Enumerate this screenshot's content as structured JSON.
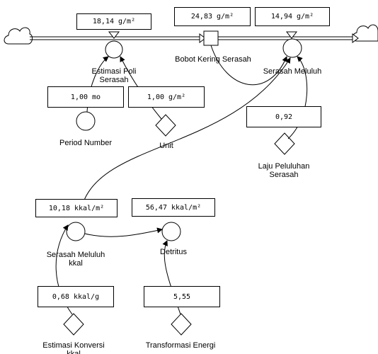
{
  "stock": {
    "name": "Bobot Kering Serasah",
    "value": "24,83 g/m²"
  },
  "flows": {
    "inflow": {
      "name": "Estimasi Poli\nSerasah",
      "value": "18,14 g/m²"
    },
    "outflow": {
      "name": "Serasah Meluluh",
      "value": "14,94 g/m²"
    }
  },
  "converters": {
    "period_number": {
      "name": "Period Number",
      "value": "1,00 mo"
    },
    "unit": {
      "name": "Unit",
      "value": "1,00 g/m²"
    },
    "laju": {
      "name": "Laju Peluluhan\nSerasah",
      "value": "0,92"
    },
    "serasah_kkal": {
      "name": "Serasah Meluluh\nkkal",
      "value": "10,18 kkal/m²"
    },
    "detritus": {
      "name": "Detritus",
      "value": "56,47 kkal/m²"
    },
    "estimasi_konversi": {
      "name": "Estimasi Konversi\nkkal",
      "value": "0,68 kkal/g"
    },
    "transformasi": {
      "name": "Transformasi Energi",
      "value": "5,55"
    }
  }
}
